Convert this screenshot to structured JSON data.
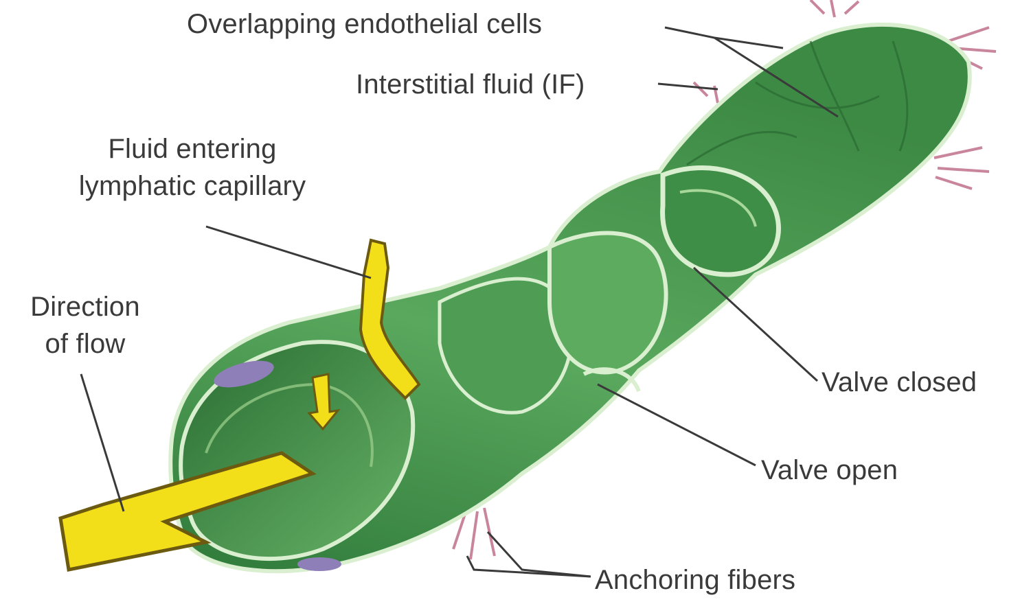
{
  "labels": {
    "overlapping_cells": "Overlapping endothelial cells",
    "interstitial_fluid": "Interstitial fluid (IF)",
    "fluid_entering_line1": "Fluid entering",
    "fluid_entering_line2": "lymphatic capillary",
    "direction_line1": "Direction",
    "direction_line2": "of flow",
    "valve_closed": "Valve closed",
    "valve_open": "Valve open",
    "anchoring_fibers": "Anchoring fibers"
  },
  "colors": {
    "vessel_dark": "#2f7a3a",
    "vessel_mid": "#5aa85e",
    "vessel_light": "#a8d79a",
    "vessel_edge": "#d9efcf",
    "flow_arrow": "#f2df1a",
    "arrow_outline": "#6b5a10",
    "fiber": "#c9859c",
    "nucleus": "#8f7fb8",
    "leader_line": "#3a3a3a"
  }
}
